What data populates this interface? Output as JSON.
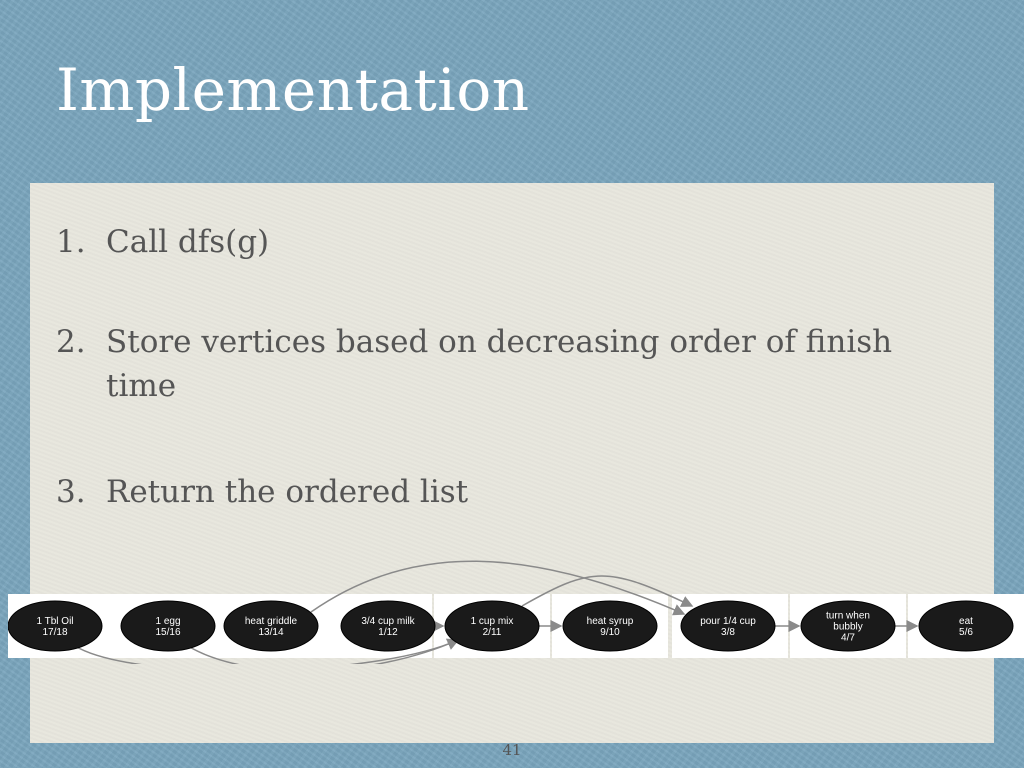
{
  "slide": {
    "title": "Implementation",
    "page_number": "41"
  },
  "steps": [
    {
      "number": "1.",
      "text": "Call dfs(g)"
    },
    {
      "number": "2.",
      "text": "Store vertices based on decreasing order of finish time"
    },
    {
      "number": "3.",
      "text": "Return the ordered list"
    }
  ],
  "graph": {
    "nodes": [
      {
        "id": "oil",
        "lines": [
          "1 Tbl Oil",
          "17/18"
        ]
      },
      {
        "id": "egg",
        "lines": [
          "1 egg",
          "15/16"
        ]
      },
      {
        "id": "griddle",
        "lines": [
          "heat griddle",
          "13/14"
        ]
      },
      {
        "id": "milk",
        "lines": [
          "3/4 cup milk",
          "1/12"
        ]
      },
      {
        "id": "mix",
        "lines": [
          "1 cup mix",
          "2/11"
        ]
      },
      {
        "id": "syrup",
        "lines": [
          "heat syrup",
          "9/10"
        ]
      },
      {
        "id": "pour",
        "lines": [
          "pour 1/4 cup",
          "3/8"
        ]
      },
      {
        "id": "bubbly",
        "lines": [
          "turn when",
          "bubbly",
          "4/7"
        ]
      },
      {
        "id": "eat",
        "lines": [
          "eat",
          "5/6"
        ]
      }
    ],
    "edges": [
      [
        "oil",
        "mix"
      ],
      [
        "egg",
        "mix"
      ],
      [
        "milk",
        "mix"
      ],
      [
        "griddle",
        "pour"
      ],
      [
        "mix",
        "syrup"
      ],
      [
        "mix",
        "pour"
      ],
      [
        "pour",
        "bubbly"
      ],
      [
        "bubbly",
        "eat"
      ]
    ],
    "colors": {
      "node_fill": "#1a1a1a",
      "node_text": "#ffffff",
      "edge": "#8a8a8a",
      "strip": "#ffffff"
    }
  }
}
